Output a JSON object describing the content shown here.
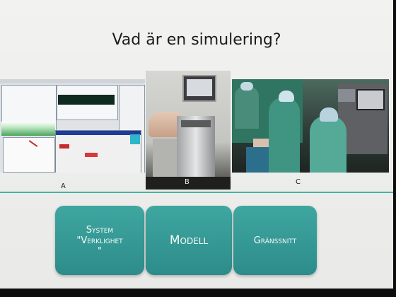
{
  "slide": {
    "title": "Vad är en simulering?"
  },
  "images": [
    {
      "label": "A",
      "icon": "simulation-software-screenshot"
    },
    {
      "label": "B",
      "icon": "patient-simulator-mannequin-photo"
    },
    {
      "label": "C",
      "icon": "operating-room-photo"
    }
  ],
  "boxes": [
    {
      "label": "System\n\"Verklighet\n\""
    },
    {
      "label": "Modell"
    },
    {
      "label": "Gränssnitt"
    }
  ],
  "colors": {
    "accent": "#3fa6a0",
    "divider": "#47b4a6"
  }
}
